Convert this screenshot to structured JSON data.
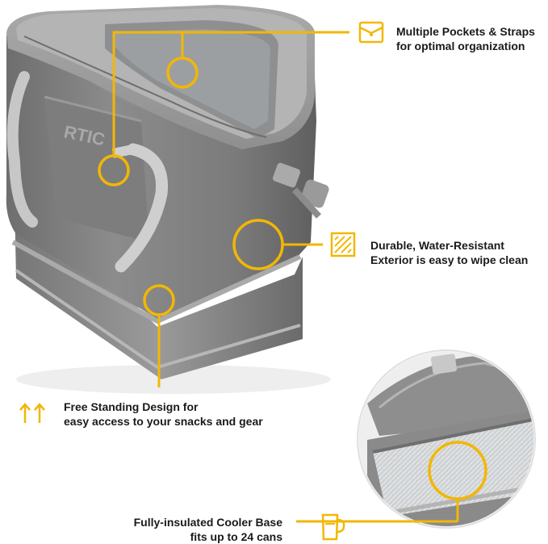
{
  "features": {
    "pockets": "Multiple Pockets & Straps\nfor optimal organization",
    "durable": "Durable, Water-Resistant\nExterior is easy to wipe clean",
    "standing": "Free Standing Design for\neasy access to your snacks and gear",
    "cooler": "Fully-insulated Cooler Base\nfits up to 24 cans"
  },
  "brand": {
    "logo_text": "RTIC"
  },
  "colors": {
    "accent": "#f2b705",
    "bag": "#8a8a8a",
    "text": "#1a1a1a"
  },
  "icons": [
    "pocket-icon",
    "texture-icon",
    "arrows-up-icon",
    "cup-icon"
  ]
}
